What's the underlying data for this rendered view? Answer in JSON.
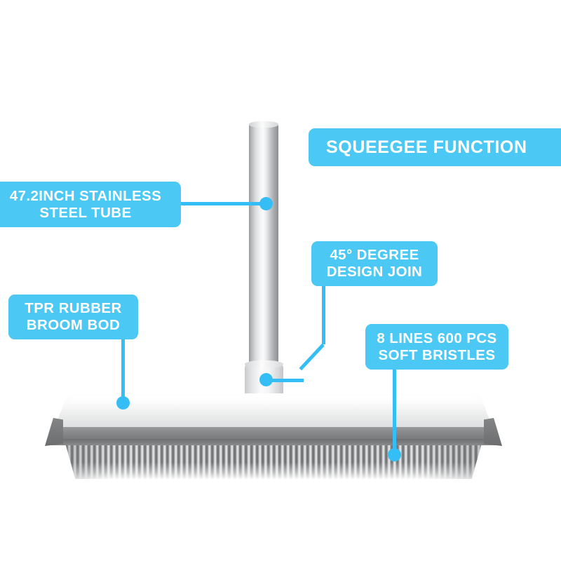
{
  "product": {
    "name": "rubber-broom-squeegee",
    "parts": {
      "pole": "stainless-steel-tube",
      "joint": "collar-joint",
      "head": "broom-head-body",
      "blade": "squeegee-blade",
      "bristles": "soft-bristles"
    }
  },
  "banner": {
    "title": "SQUEEGEE FUNCTION"
  },
  "callouts": [
    {
      "id": "tube",
      "label": "47.2INCH STAINLESS\nSTEEL TUBE",
      "target": "stainless-steel-tube"
    },
    {
      "id": "joint",
      "label": "45° DEGREE\nDESIGN JOIN",
      "target": "collar-joint"
    },
    {
      "id": "tpr",
      "label": "TPR RUBBER\nBROOM BOD",
      "target": "broom-head-body"
    },
    {
      "id": "bristles",
      "label": "8 LINES 600 PCS\nSOFT BRISTLES",
      "target": "soft-bristles"
    }
  ],
  "colors": {
    "accent": "#4BC8F4",
    "connector": "#35BDF5",
    "label_text": "#FFFFFF",
    "background": "#FFFFFF",
    "blade_gray": "#7E8082",
    "body_white": "#F4F5F6"
  }
}
